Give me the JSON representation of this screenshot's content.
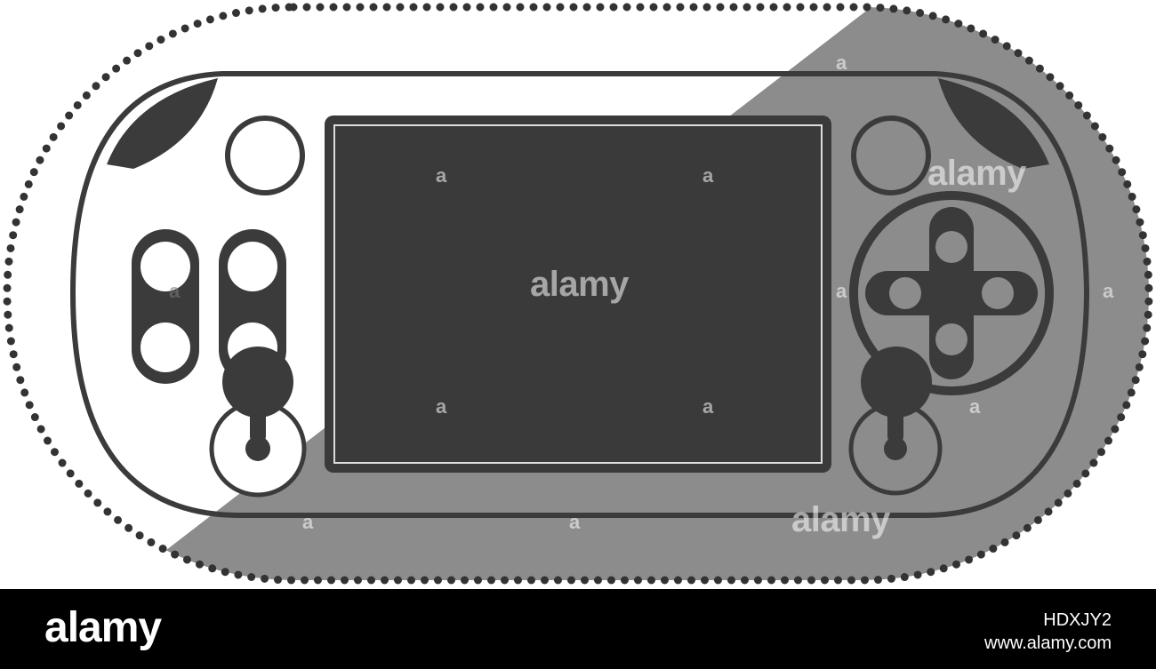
{
  "colors": {
    "background": "#ffffff",
    "console_stroke": "#3b3b3b",
    "screen_fill": "#3a3a3a",
    "shadow_gray": "#8c8c8c",
    "footer_bg": "#000000"
  },
  "icons": [
    "handheld-game-console-icon",
    "dpad-icon",
    "joystick-icon",
    "sticker-dotted-border"
  ],
  "watermark": {
    "text": "alamy",
    "small_mark": "a"
  },
  "footer": {
    "brand": "alamy",
    "image_id": "HDXJY2",
    "url": "www.alamy.com"
  }
}
